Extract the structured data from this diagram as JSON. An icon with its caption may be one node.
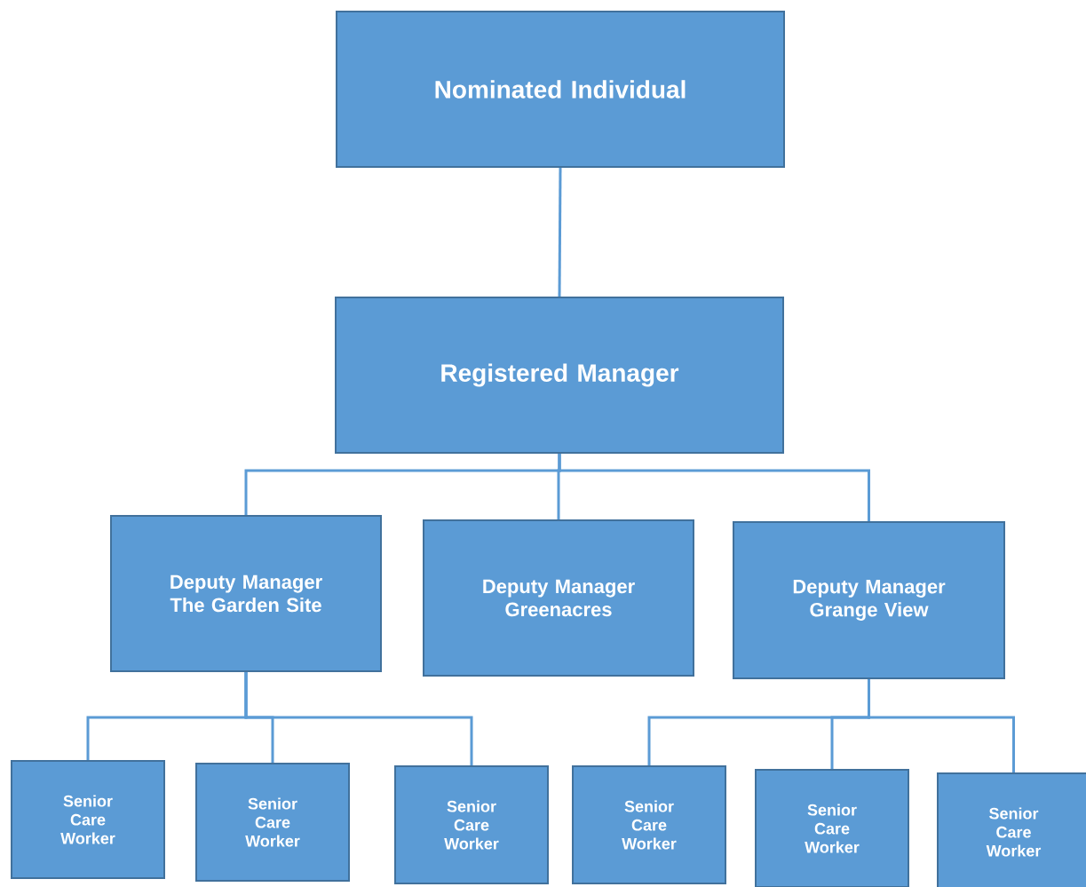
{
  "diagram": {
    "nodes": [
      {
        "text": [
          "Nominated Individual"
        ]
      },
      {
        "text": [
          "Registered Manager"
        ]
      },
      {
        "text": [
          "Deputy Manager The Garden Site"
        ]
      },
      {
        "text": [
          "Deputy Manager Greenacres"
        ]
      },
      {
        "text": [
          "Deputy Manager Grange View"
        ]
      },
      {
        "text": [
          "Senior Care Worker"
        ]
      },
      {
        "text": [
          "Senior Care Worker"
        ]
      },
      {
        "text": [
          "Senior Care Worker"
        ]
      },
      {
        "text": [
          "Senior Care Worker"
        ]
      },
      {
        "text": [
          "Senior Care Worker"
        ]
      },
      {
        "text": [
          "Senior Care Worker"
        ]
      }
    ],
    "edges": [
      {
        "from": 0,
        "to": 1,
        "arrow": "none"
      },
      {
        "from": 1,
        "to": 2,
        "arrow": "none"
      },
      {
        "from": 1,
        "to": 3,
        "arrow": "none"
      },
      {
        "from": 1,
        "to": 4,
        "arrow": "none"
      },
      {
        "from": 2,
        "to": 5,
        "arrow": "none"
      },
      {
        "from": 2,
        "to": 6,
        "arrow": "none"
      },
      {
        "from": 2,
        "to": 7,
        "arrow": "none"
      },
      {
        "from": 4,
        "to": 8,
        "arrow": "none"
      },
      {
        "from": 4,
        "to": 9,
        "arrow": "none"
      },
      {
        "from": 4,
        "to": 10,
        "arrow": "none"
      }
    ]
  }
}
